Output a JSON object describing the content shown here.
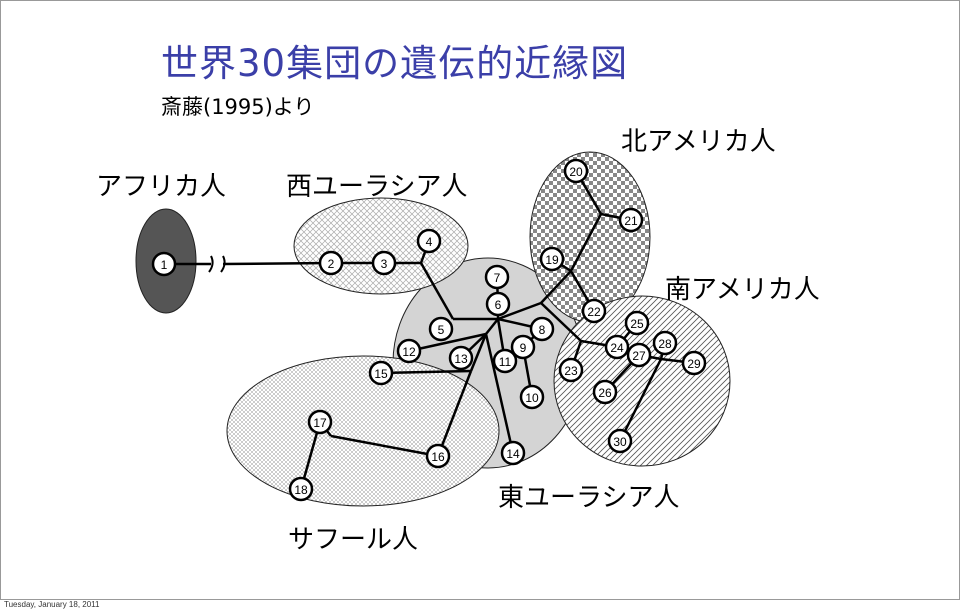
{
  "slide": {
    "title": "世界30集団の遺伝的近縁図",
    "subtitle": "斎藤(1995)より",
    "footer": "Tuesday, January 18, 2011"
  },
  "groups": {
    "africa": "アフリカ人",
    "west_eurasia": "西ユーラシア人",
    "north_america": "北アメリカ人",
    "south_america": "南アメリカ人",
    "east_eurasia": "東ユーラシア人",
    "sahul": "サフール人"
  },
  "nodes": [
    "1",
    "2",
    "3",
    "4",
    "5",
    "6",
    "7",
    "8",
    "9",
    "10",
    "11",
    "12",
    "13",
    "14",
    "15",
    "16",
    "17",
    "18",
    "19",
    "20",
    "21",
    "22",
    "23",
    "24",
    "25",
    "26",
    "27",
    "28",
    "29",
    "30"
  ],
  "colors": {
    "title": "#3b3fa8",
    "africa_fill": "#555555",
    "east_eurasia_fill": "#d4d4d4"
  }
}
